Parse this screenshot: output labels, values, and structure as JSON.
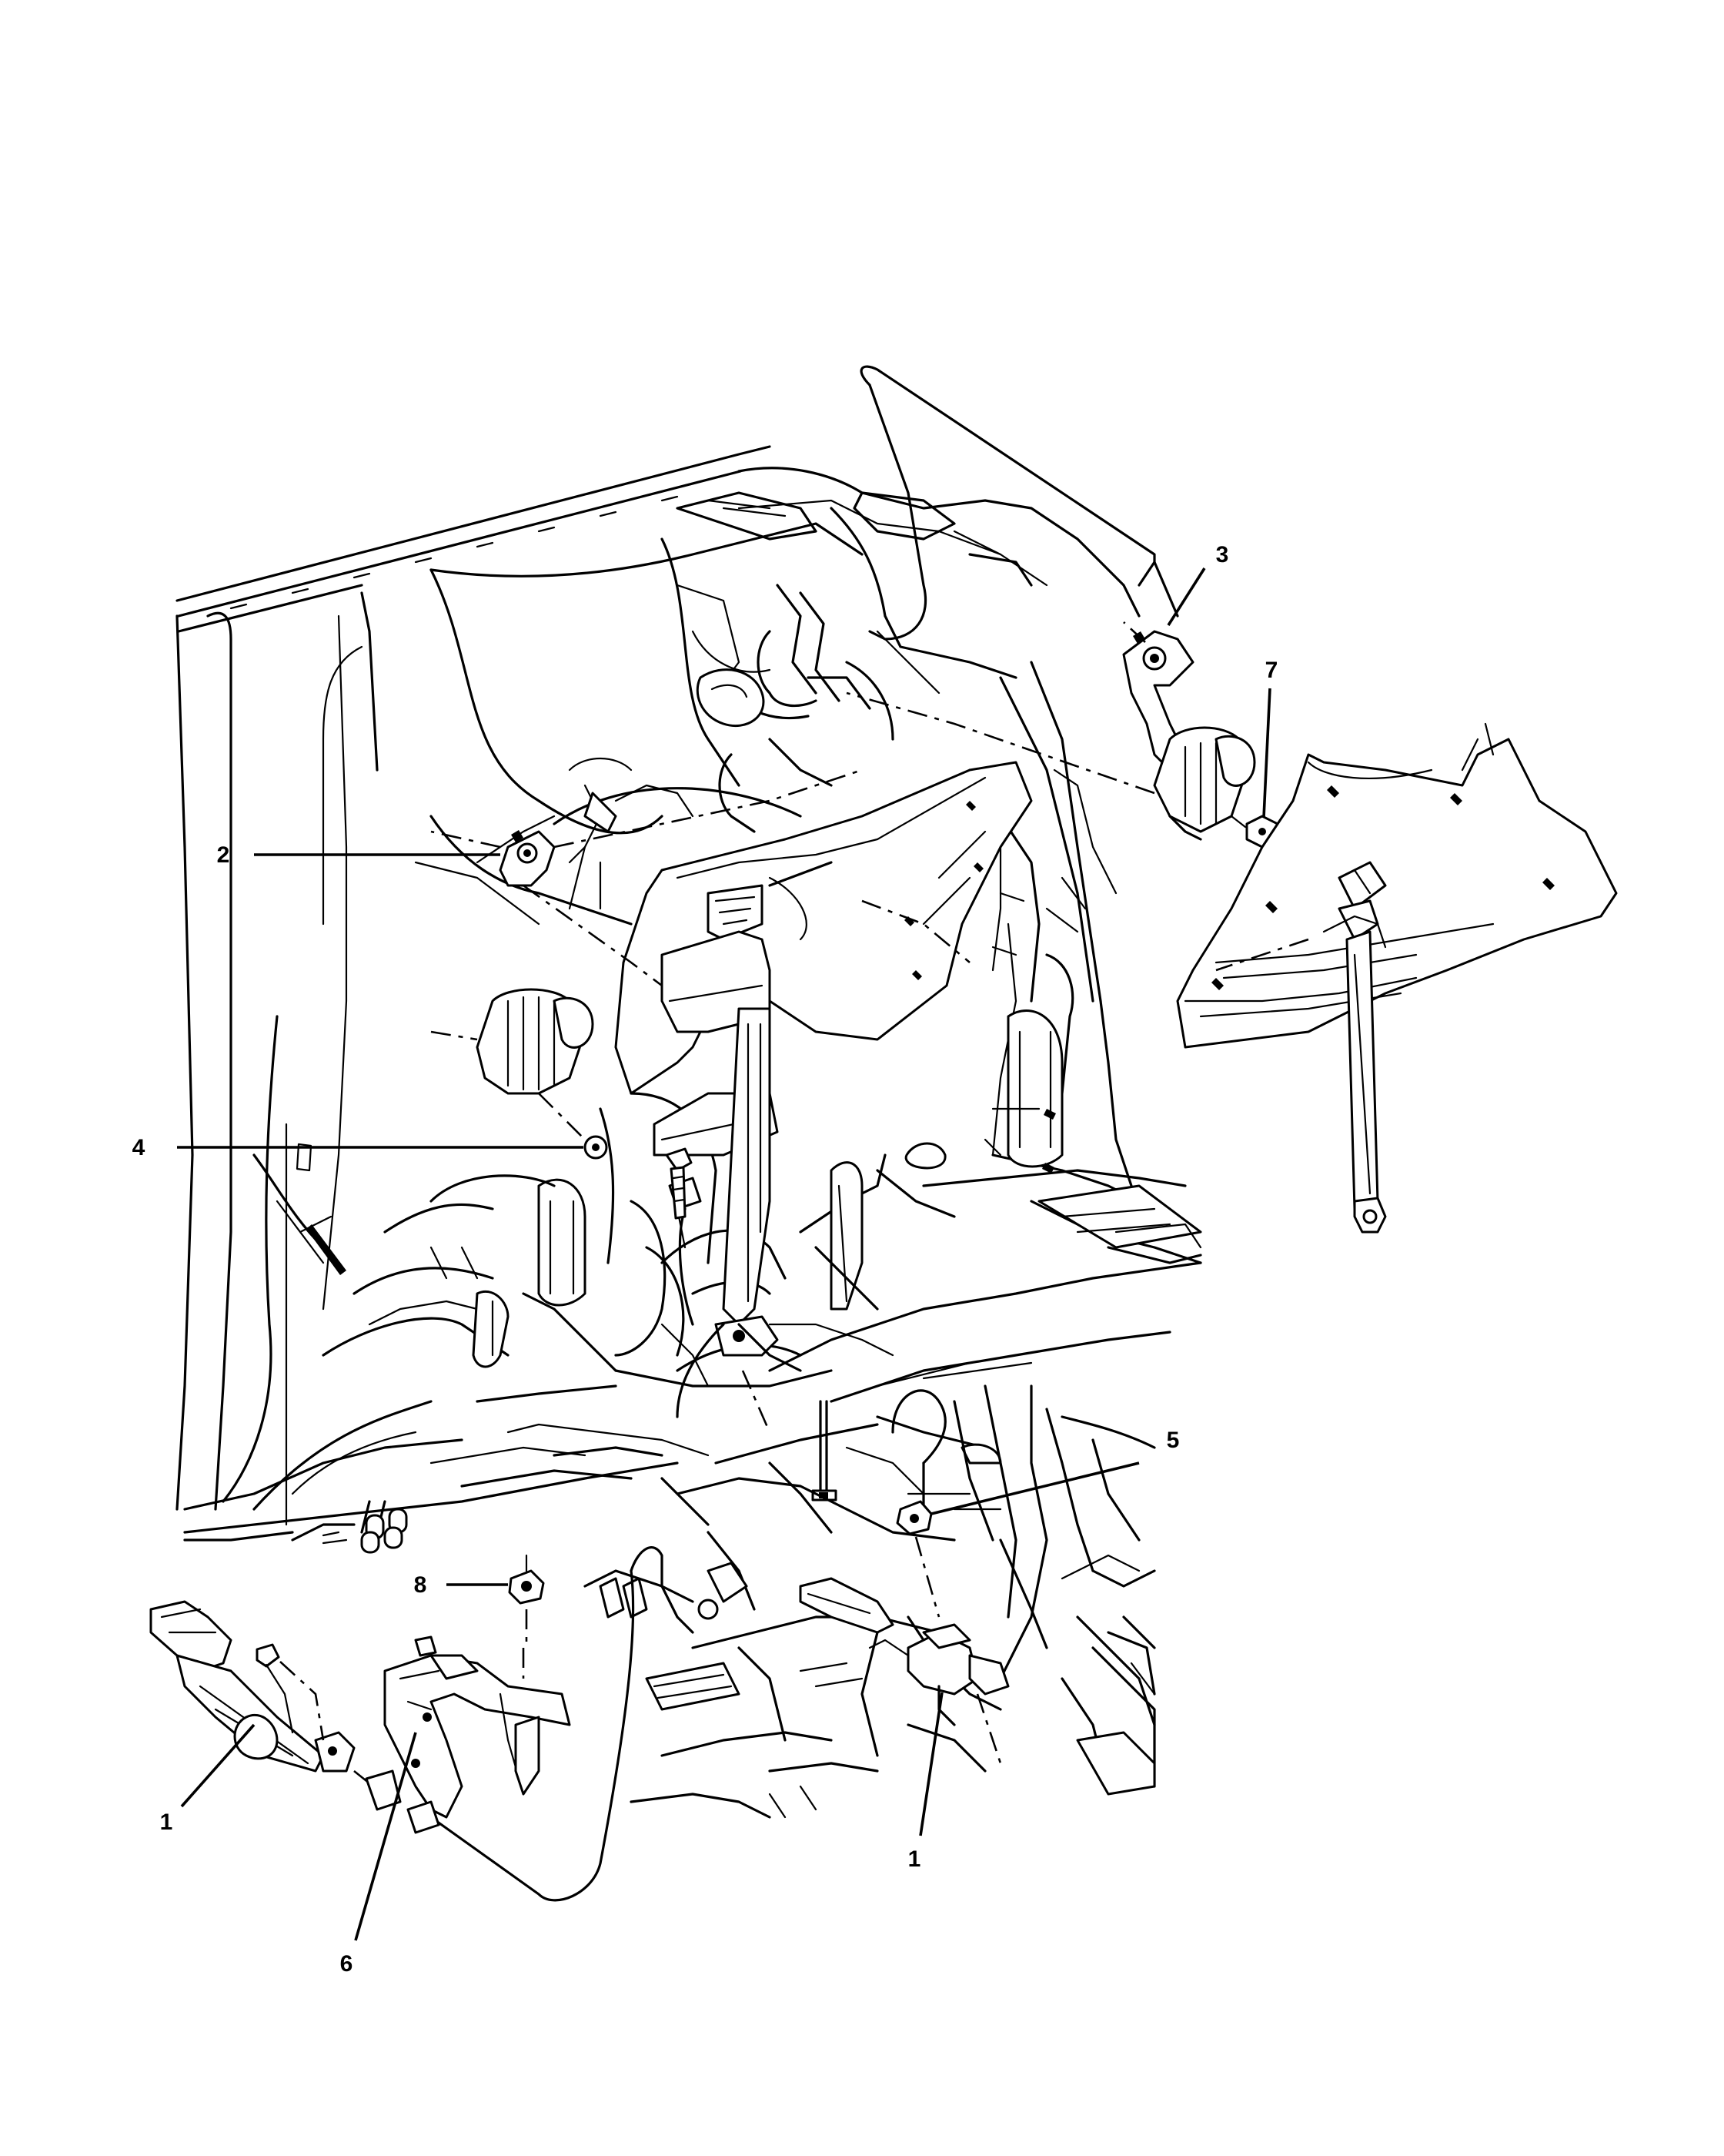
{
  "callouts": [
    {
      "id": "c1a",
      "text": "1"
    },
    {
      "id": "c1b",
      "text": "1"
    },
    {
      "id": "c2",
      "text": "2"
    },
    {
      "id": "c3",
      "text": "3"
    },
    {
      "id": "c4",
      "text": "4"
    },
    {
      "id": "c5",
      "text": "5"
    },
    {
      "id": "c6",
      "text": "6"
    },
    {
      "id": "c7",
      "text": "7"
    },
    {
      "id": "c8",
      "text": "8"
    }
  ]
}
